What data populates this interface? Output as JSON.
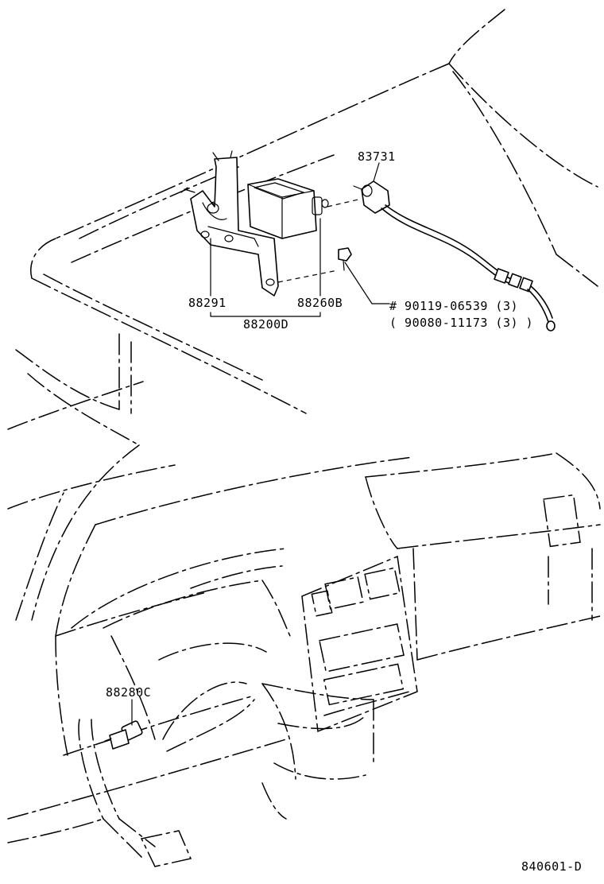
{
  "callouts": {
    "actuator_cable": "83731",
    "bracket": "88291",
    "computer": "88260B",
    "assembly": "88200D",
    "bolt_primary": "# 90119-06539 (3)",
    "bolt_alternate": "( 90080-11173 (3) )",
    "clutch_switch": "88280C"
  },
  "figure_code": "840601-D",
  "icons": [
    "cruise-control-computer-icon",
    "actuator-cable-icon",
    "clutch-switch-icon",
    "bolt-icon"
  ]
}
